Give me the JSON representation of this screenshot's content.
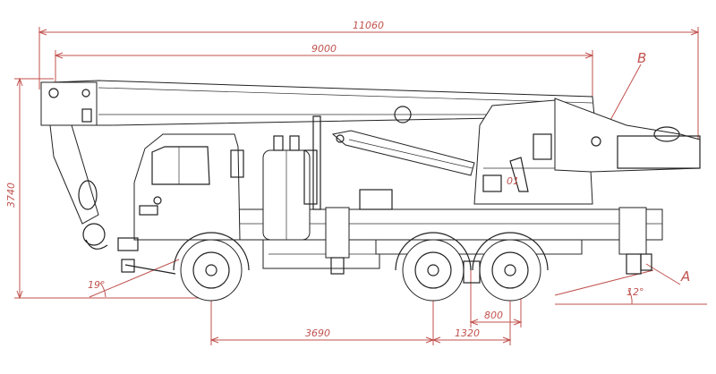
{
  "dimensions": {
    "overall_length": "11060",
    "boom_length": "9000",
    "height": "3740",
    "wheelbase_front": "3690",
    "wheelbase_rear": "1320",
    "axle_spacing": "800"
  },
  "angles": {
    "front": "19°",
    "rear": "12°"
  },
  "labels": {
    "point_a": "A",
    "point_b": "B"
  },
  "colors": {
    "dimension_lines": "#c0524e",
    "drawing_lines": "#222222"
  }
}
